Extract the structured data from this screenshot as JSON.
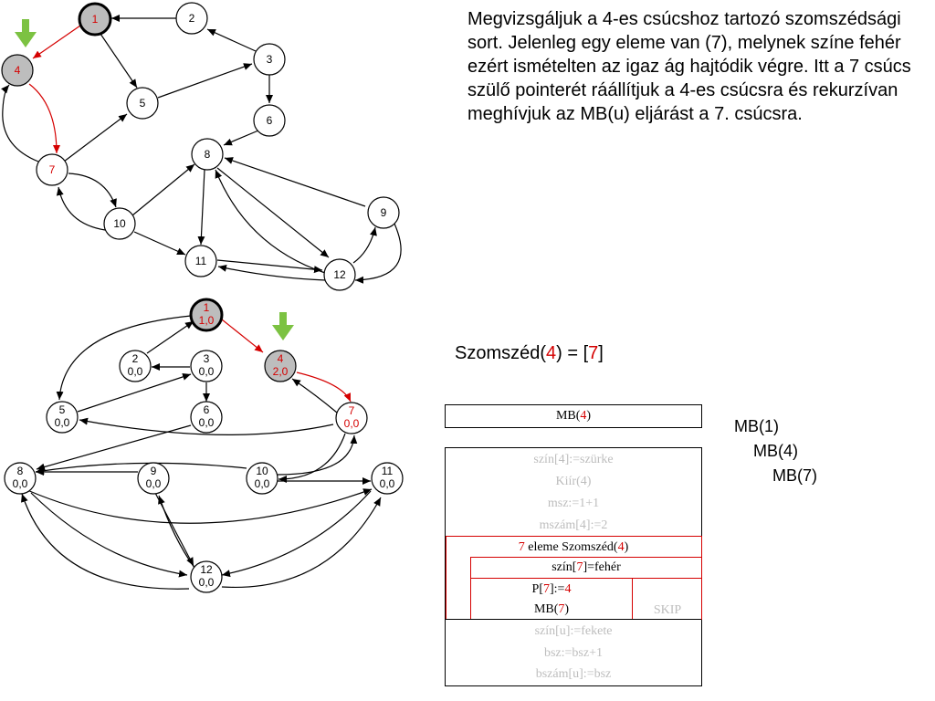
{
  "explanation": "Megvizsgáljuk a 4-es csúcshoz tartozó szomszédsági sort. Jelenleg egy eleme van (7), melynek színe fehér ezért ismételten az igaz ág hajtódik végre. Itt a 7 csúcs szülő pointerét ráállítjuk a 4-es csúcsra és rekurzívan meghívjuk az MB(u) eljárást a 7. csúcsra.",
  "neighbor": {
    "prefix": "Szomszéd(",
    "node": "4",
    "mid": ") = [",
    "value": "7",
    "suffix": "]"
  },
  "mb_header": {
    "prefix": "MB(",
    "arg": "4",
    "suffix": ")"
  },
  "code_lines_top": [
    "szín[4]:=szürke",
    "Kiír(4)",
    "msz:=1+1",
    "mszám[4]:=2"
  ],
  "loop_head": {
    "var": "7",
    "text": " eleme Szomszéd(",
    "arg": "4",
    "suffix": ")"
  },
  "cond": {
    "prefix": "szín[",
    "var": "7",
    "suffix": "]=fehér"
  },
  "assign": {
    "prefix": "P[",
    "var": "7",
    "mid": "]:=",
    "value": "4"
  },
  "call": {
    "prefix": "MB(",
    "var": "7",
    "suffix": ")"
  },
  "skip": "SKIP",
  "code_lines_bottom": [
    "szín[u]:=fekete",
    "bsz:=bsz+1",
    "bszám[u]:=bsz"
  ],
  "call_stack": [
    "MB(1)",
    "MB(4)",
    "MB(7)"
  ],
  "graph_top": {
    "nodes": [
      {
        "id": "1",
        "state": "current"
      },
      {
        "id": "2"
      },
      {
        "id": "3"
      },
      {
        "id": "4",
        "state": "gray"
      },
      {
        "id": "5"
      },
      {
        "id": "6"
      },
      {
        "id": "7",
        "state": "red"
      },
      {
        "id": "8"
      },
      {
        "id": "9"
      },
      {
        "id": "10"
      },
      {
        "id": "11"
      },
      {
        "id": "12"
      }
    ]
  },
  "graph_bottom": {
    "nodes": [
      {
        "id": "1",
        "value": "1,0",
        "state": "current"
      },
      {
        "id": "2",
        "value": "0,0"
      },
      {
        "id": "3",
        "value": "0,0"
      },
      {
        "id": "4",
        "value": "2,0",
        "state": "gray"
      },
      {
        "id": "5",
        "value": "0,0"
      },
      {
        "id": "6",
        "value": "0,0"
      },
      {
        "id": "7",
        "value": "0,0",
        "state": "red"
      },
      {
        "id": "8",
        "value": "0,0"
      },
      {
        "id": "9",
        "value": "0,0"
      },
      {
        "id": "10",
        "value": "0,0"
      },
      {
        "id": "11",
        "value": "0,0"
      },
      {
        "id": "12",
        "value": "0,0"
      }
    ]
  },
  "colors": {
    "highlight": "#d50000",
    "visited": "#bdbdbd",
    "pointer_arrow": "#7cc242"
  },
  "icons": [
    "down-arrow-icon"
  ]
}
